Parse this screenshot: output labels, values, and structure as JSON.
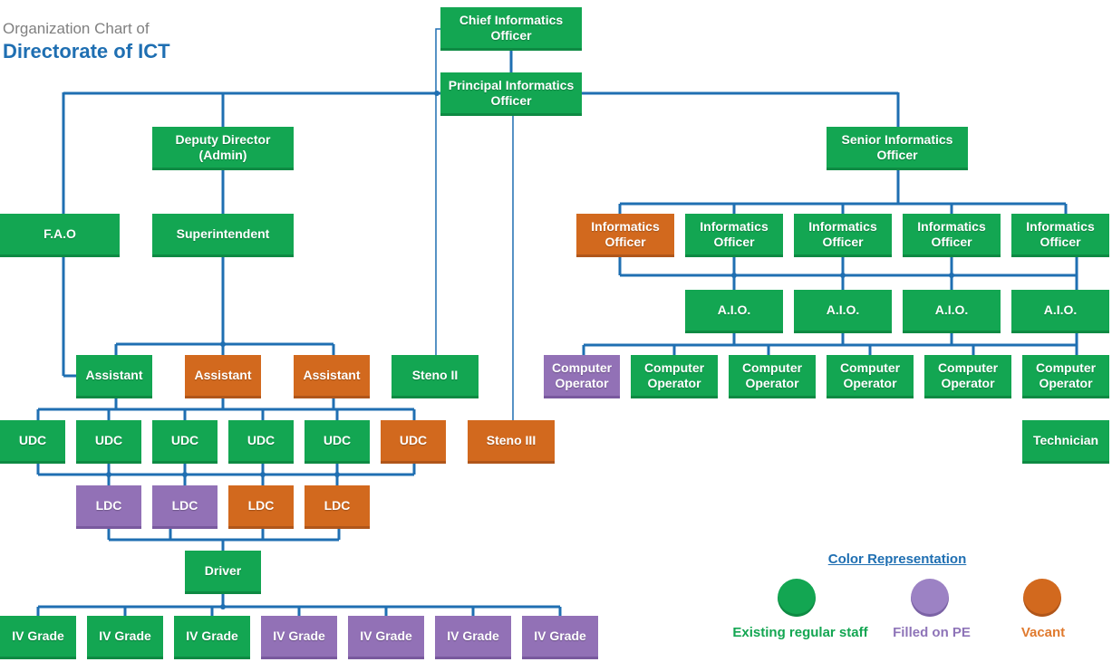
{
  "title": {
    "line1": "Organization Chart of",
    "line2": "Directorate of ICT"
  },
  "nodes": {
    "cio": "Chief Informatics Officer",
    "pio": "Principal Informatics Officer",
    "dda": "Deputy Director (Admin)",
    "sio": "Senior Informatics Officer",
    "fao": "F.A.O",
    "sup": "Superintendent",
    "io1": "Informatics Officer",
    "io2": "Informatics Officer",
    "io3": "Informatics Officer",
    "io4": "Informatics Officer",
    "io5": "Informatics Officer",
    "aio1": "A.I.O.",
    "aio2": "A.I.O.",
    "aio3": "A.I.O.",
    "aio4": "A.I.O.",
    "asst1": "Assistant",
    "asst2": "Assistant",
    "asst3": "Assistant",
    "steno2": "Steno II",
    "co1": "Computer Operator",
    "co2": "Computer Operator",
    "co3": "Computer Operator",
    "co4": "Computer Operator",
    "co5": "Computer Operator",
    "co6": "Computer Operator",
    "udc1": "UDC",
    "udc2": "UDC",
    "udc3": "UDC",
    "udc4": "UDC",
    "udc5": "UDC",
    "udc6": "UDC",
    "steno3": "Steno III",
    "tech": "Technician",
    "ldc1": "LDC",
    "ldc2": "LDC",
    "ldc3": "LDC",
    "ldc4": "LDC",
    "driver": "Driver",
    "iv1": "IV Grade",
    "iv2": "IV Grade",
    "iv3": "IV Grade",
    "iv4": "IV Grade",
    "iv5": "IV Grade",
    "iv6": "IV Grade",
    "iv7": "IV Grade"
  },
  "legend": {
    "title": "Color Representation",
    "existing": "Existing regular staff",
    "filled": "Filled on PE",
    "vacant": "Vacant"
  },
  "colors": {
    "existing": "#13a652",
    "filled": "#9271b6",
    "vacant": "#d2691e",
    "line": "#1f6fb2"
  }
}
